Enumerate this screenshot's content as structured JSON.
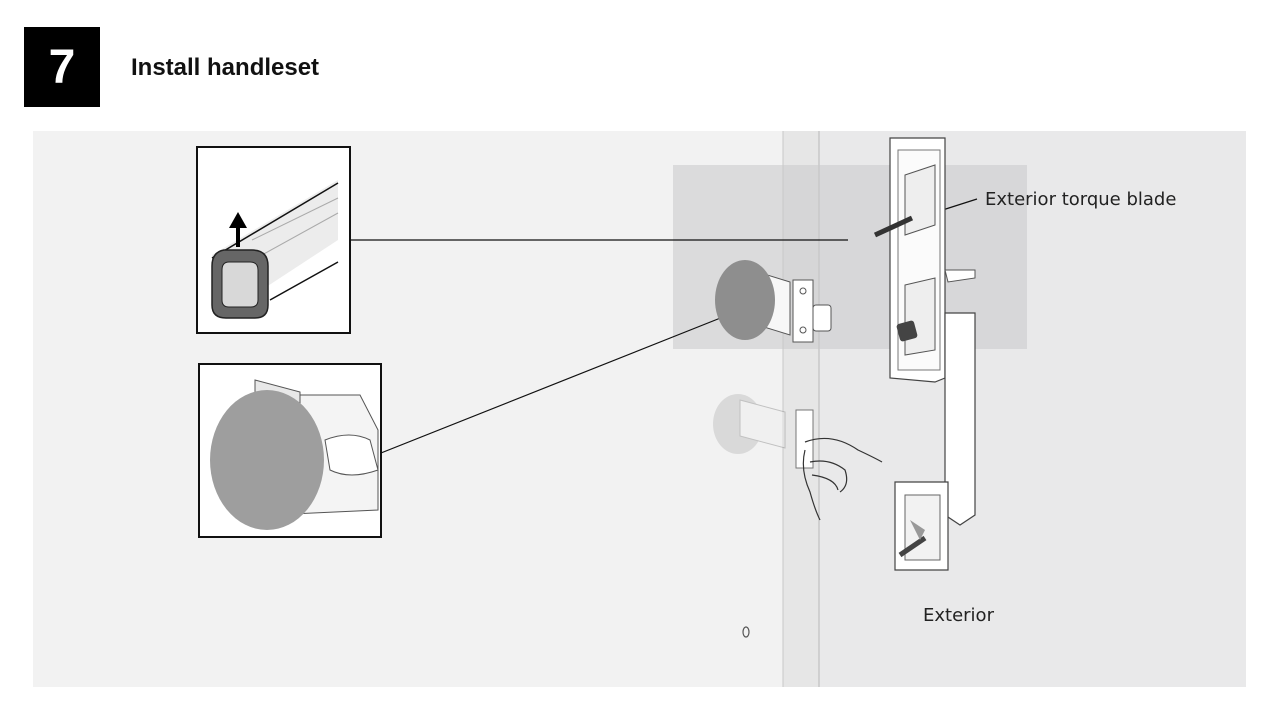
{
  "step": {
    "number": "7",
    "title": "Install handleset"
  },
  "labels": {
    "torque_blade": "Exterior torque blade",
    "exterior": "Exterior"
  }
}
